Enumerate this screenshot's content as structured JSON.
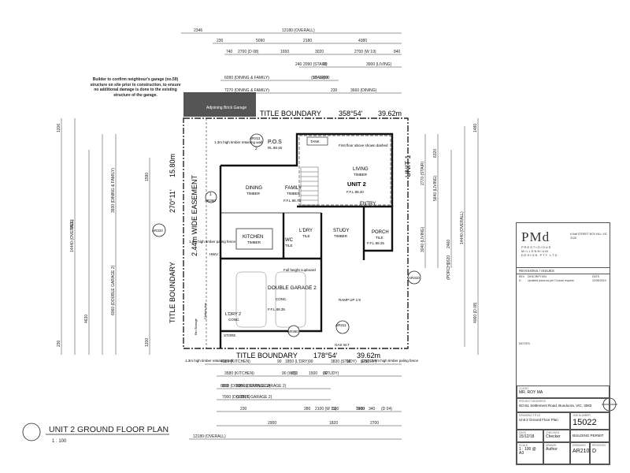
{
  "note": "Builder to confirm neighbour's garage (no.59) structure on site prior to construction, to ensure no additional damage is done to the existing structure of the garage.",
  "plan": {
    "title": "UNIT 2 GROUND FLOOR PLAN",
    "scale": "1 : 100"
  },
  "boundaries": {
    "top": "TITLE BOUNDARY",
    "top_bearing": "358°54'",
    "top_length": "39.62m",
    "bottom": "TITLE BOUNDARY",
    "bottom_bearing": "178°54'",
    "bottom_length": "39.62m",
    "left": "TITLE BOUNDARY",
    "left_bearing": "270°11'",
    "easement": "2.44m WIDE EASEMENT",
    "easement_len": "15.80m",
    "unit1": "UNIT 1",
    "adjoining": "Adjoining Brick Garage"
  },
  "rooms": {
    "pos": "P.O.S",
    "pos_rl": "RL 88.45",
    "dining": "DINING",
    "dining_mat": "TIMBER",
    "family": "FAMILY",
    "family_mat": "TIMBER",
    "family_ffl": "F.F.L 88.74",
    "living": "LIVING",
    "living_mat": "TIMBER",
    "unit2": "UNIT 2",
    "living_ffl": "F.F.L 88.40",
    "first_floor_above": "First floor above shown dashed",
    "kitchen": "KITCHEN",
    "kitchen_mat": "TIMBER",
    "ldry": "L'DRY",
    "ldry_mat": "TILE",
    "wc": "WC",
    "wc_mat": "TILE",
    "study": "STUDY",
    "study_mat": "TIMBER",
    "porch": "PORCH",
    "porch_mat": "TILE",
    "porch_ffl": "F.F.L 88.25",
    "entry": "ENTRY",
    "garage": "DOUBLE GARAGE 2",
    "garage_mat": "CONC.",
    "garage_ffl": "F.F.L 88.35",
    "ldry2": "L'DRY 2",
    "ldry2_mat": "CONC.",
    "tank": "TANK",
    "fence1": "1.3m high timber retaining wall",
    "fence2": "1.8m high timber paling fence",
    "fence3": "1.3m high timber retaining wall",
    "fence4": "1.8m high timber paling fence",
    "cupboard": "Full height cupboard",
    "ramp": "RAMP UP 1:9",
    "gas": "GAS W.T",
    "hwu": "HWU",
    "store": "STORE",
    "bin": "Bin Storage",
    "clothes": "Clothes line"
  },
  "markers": {
    "ar311_top": "AR311",
    "ar311_bottom": "AR311",
    "ar310_left": "AR310",
    "ar310_right": "AR310",
    "ar360_left": "AR360",
    "ar360_mid": "AR360",
    "num1": "1",
    "num2": "2"
  },
  "top_dims": [
    "2346",
    "12180 (OVERALL)",
    "230",
    "5090",
    "2180",
    "4380",
    "740",
    "2700 (D 08)",
    "1650",
    "3020",
    "2700 (W 19)",
    "840",
    "240",
    "2090 (STAIR)",
    "90",
    "3900 (LIVING)",
    "6090 (DINING & FAMILY)",
    "90",
    "1000",
    "90",
    "(STAIR)",
    "7270 (DINING & FAMILY)",
    "230",
    "3660 (DINING)"
  ],
  "bottom_dims": [
    "4280 (KITCHEN)",
    "90",
    "1850 (L'DRY)",
    "90",
    "3830 (STUDY)",
    "90",
    "1730",
    "(ENTRY)",
    "3580 (KITCHEN)",
    "90",
    "950",
    "1500",
    "90",
    "(WC)",
    "(STUDY)",
    "6000 (DOUBLE GARAGE 2)",
    "810",
    "90",
    "6000 (DOUBLE GARAGE 2)",
    "(L'DRY)",
    "7000 (DOUBLE GARAGE 2)",
    "230",
    "280",
    "2100 (W 13)",
    "520",
    "1100",
    "340",
    "(D 04)",
    "7460",
    "2900",
    "1820",
    "2700",
    "12180 (OVERALL)"
  ],
  "left_dims": [
    "1206",
    "230",
    "14440 (OVERALL)",
    "8530",
    "4630",
    "6060 (DOUBLE GARAGE 2)",
    "3930 (DINING & FAMILY)",
    "1590",
    "1200"
  ],
  "right_dims": [
    "2770 (STAIR)",
    "3040 (LIVING)",
    "5640 (LIVING)",
    "6320",
    "2460",
    "1620",
    "(PORCH)",
    "14440 (OVERALL)",
    "4060 (D 08)",
    "1480"
  ],
  "title_block": {
    "logo": "PMd",
    "company1": "PRESTIGIOUS",
    "company2": "MILLENNIUM",
    "company3": "DESIGN PTY LTD",
    "address": "6 Hall STREET BOX HILL VIC 3128",
    "revisions_label": "REVISIONS / ISSUES",
    "rev_header_rev": "REV",
    "rev_header_desc": "DESCRIPTION",
    "rev_header_date": "DATE",
    "rev1_rev": "D",
    "rev1_desc": "Updated plans as per Council request",
    "rev1_date": "22/08/2019",
    "notes_label": "NOTES",
    "client_label": "CLIENT",
    "client": "MR. ROY MA",
    "project_label": "PROJECT ADDRESS",
    "project": "NO.61 Settlement Road, Bundoora, VIC, 3083",
    "drawing_title_label": "DRAWING TITLE",
    "drawing_title": "Unit 2 Ground Floor Plan",
    "job_label": "JOB NUMBER",
    "job": "15022",
    "date_label": "DATE",
    "date": "15/12/18",
    "checked_label": "CHECKED",
    "checked": "Checker",
    "scale_label": "SCALE",
    "scale": "1 : 100 @ A3",
    "drawn_label": "DRAWN",
    "drawn": "Author",
    "status": "BUILDING PERMIT",
    "drawing_label": "DRAWING",
    "drawing": "AR210",
    "revision_label": "REVISION",
    "revision": "D"
  }
}
